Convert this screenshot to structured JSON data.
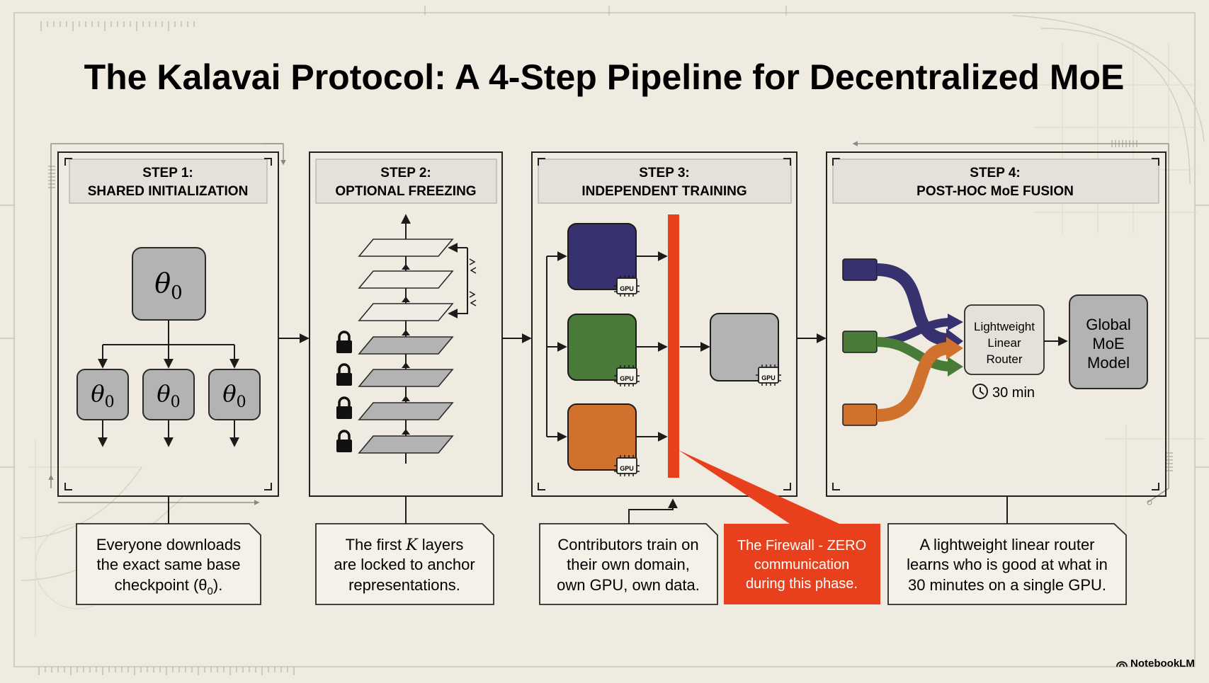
{
  "title": "The Kalavai Protocol: A 4-Step Pipeline for Decentralized MoE",
  "theme": {
    "background": "#efebe0",
    "panel_header": "#e3e1d9",
    "node_gray": "#b3b3b3",
    "expert_purple": "#37316f",
    "expert_green": "#4a7a37",
    "expert_orange": "#d0712d",
    "firewall_red": "#e8401c"
  },
  "steps": [
    {
      "label": "STEP 1:",
      "name": "SHARED INITIALIZATION",
      "caption": [
        "Everyone downloads",
        "the exact same base",
        "checkpoint (θ",
        "0",
        ")."
      ]
    },
    {
      "label": "STEP 2:",
      "name": "OPTIONAL FREEZING",
      "caption": [
        "The first ",
        "K",
        " layers",
        "are locked to anchor",
        "representations."
      ]
    },
    {
      "label": "STEP 3:",
      "name": "INDEPENDENT TRAINING",
      "caption": [
        "Contributors train on",
        "their own domain,",
        "own GPU, own data."
      ]
    },
    {
      "label": "STEP 4:",
      "name": "POST-HOC MoE FUSION",
      "caption": [
        "A lightweight linear router",
        "learns who is good at what in",
        "30 minutes on a single GPU."
      ]
    }
  ],
  "theta": {
    "symbol": "θ",
    "sub": "0"
  },
  "gpu_label": "GPU",
  "firewall_note": [
    "The Firewall - ZERO",
    "communication",
    "during this phase."
  ],
  "router": {
    "lines": [
      "Lightweight",
      "Linear",
      "Router"
    ],
    "time": "30 min"
  },
  "global_model": {
    "lines": [
      "Global",
      "MoE",
      "Model"
    ]
  },
  "brand": "NotebookLM",
  "icons": [
    "lock-icon",
    "clock-icon",
    "gpu-chip-icon",
    "swap-arrows-icon",
    "notebooklm-logo-icon"
  ]
}
